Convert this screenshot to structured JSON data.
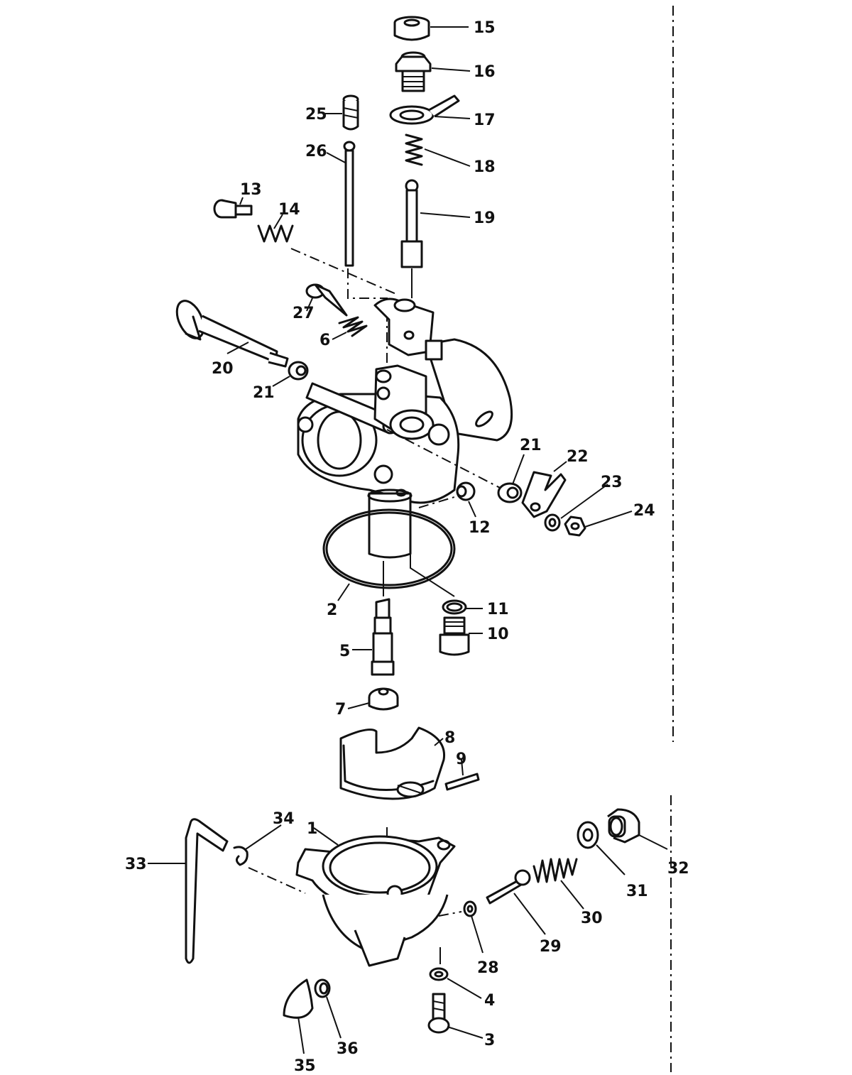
{
  "callouts": [
    {
      "id": "c15",
      "text": "15"
    },
    {
      "id": "c16",
      "text": "16"
    },
    {
      "id": "c17",
      "text": "17"
    },
    {
      "id": "c18",
      "text": "18"
    },
    {
      "id": "c19",
      "text": "19"
    },
    {
      "id": "c25",
      "text": "25"
    },
    {
      "id": "c26",
      "text": "26"
    },
    {
      "id": "c13",
      "text": "13"
    },
    {
      "id": "c14",
      "text": "14"
    },
    {
      "id": "c27",
      "text": "27"
    },
    {
      "id": "c6",
      "text": "6"
    },
    {
      "id": "c20",
      "text": "20"
    },
    {
      "id": "c21a",
      "text": "21"
    },
    {
      "id": "c21b",
      "text": "21"
    },
    {
      "id": "c22",
      "text": "22"
    },
    {
      "id": "c23",
      "text": "23"
    },
    {
      "id": "c24",
      "text": "24"
    },
    {
      "id": "c12",
      "text": "12"
    },
    {
      "id": "c2",
      "text": "2"
    },
    {
      "id": "c11",
      "text": "11"
    },
    {
      "id": "c10",
      "text": "10"
    },
    {
      "id": "c5",
      "text": "5"
    },
    {
      "id": "c7",
      "text": "7"
    },
    {
      "id": "c8",
      "text": "8"
    },
    {
      "id": "c9",
      "text": "9"
    },
    {
      "id": "c34",
      "text": "34"
    },
    {
      "id": "c1",
      "text": "1"
    },
    {
      "id": "c33",
      "text": "33"
    },
    {
      "id": "c32",
      "text": "32"
    },
    {
      "id": "c31",
      "text": "31"
    },
    {
      "id": "c30",
      "text": "30"
    },
    {
      "id": "c29",
      "text": "29"
    },
    {
      "id": "c28",
      "text": "28"
    },
    {
      "id": "c4",
      "text": "4"
    },
    {
      "id": "c3",
      "text": "3"
    },
    {
      "id": "c35",
      "text": "35"
    },
    {
      "id": "c36",
      "text": "36"
    }
  ]
}
